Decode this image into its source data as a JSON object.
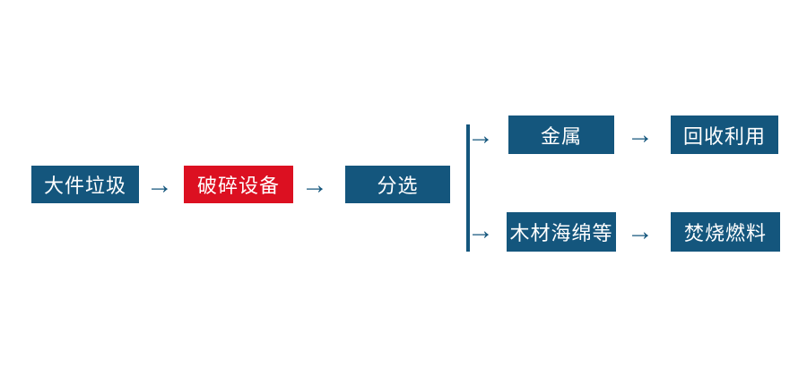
{
  "diagram": {
    "type": "flowchart",
    "description": "Bulky waste treatment process flow",
    "arrow_glyph": "→",
    "nodes": [
      {
        "id": "bulky-waste",
        "label": "大件垃圾",
        "color": "#14567D"
      },
      {
        "id": "crushing-equipment",
        "label": "破碎设备",
        "color": "#DC1021"
      },
      {
        "id": "sorting",
        "label": "分选",
        "color": "#14567D"
      },
      {
        "id": "metal",
        "label": "金属",
        "color": "#14567D"
      },
      {
        "id": "recycling",
        "label": "回收利用",
        "color": "#14567D"
      },
      {
        "id": "wood-sponge-etc",
        "label": "木材海绵等",
        "color": "#14567D"
      },
      {
        "id": "incineration-fuel",
        "label": "焚烧燃料",
        "color": "#14567D"
      }
    ],
    "edges": [
      {
        "from": "bulky-waste",
        "to": "crushing-equipment"
      },
      {
        "from": "crushing-equipment",
        "to": "sorting"
      },
      {
        "from": "sorting",
        "to": "metal"
      },
      {
        "from": "sorting",
        "to": "wood-sponge-etc"
      },
      {
        "from": "metal",
        "to": "recycling"
      },
      {
        "from": "wood-sponge-etc",
        "to": "incineration-fuel"
      }
    ],
    "colors": {
      "node_blue": "#14567D",
      "node_red": "#DC1021",
      "arrow": "#14567D",
      "text": "#FFFFFF",
      "background": "#FFFFFF"
    }
  }
}
